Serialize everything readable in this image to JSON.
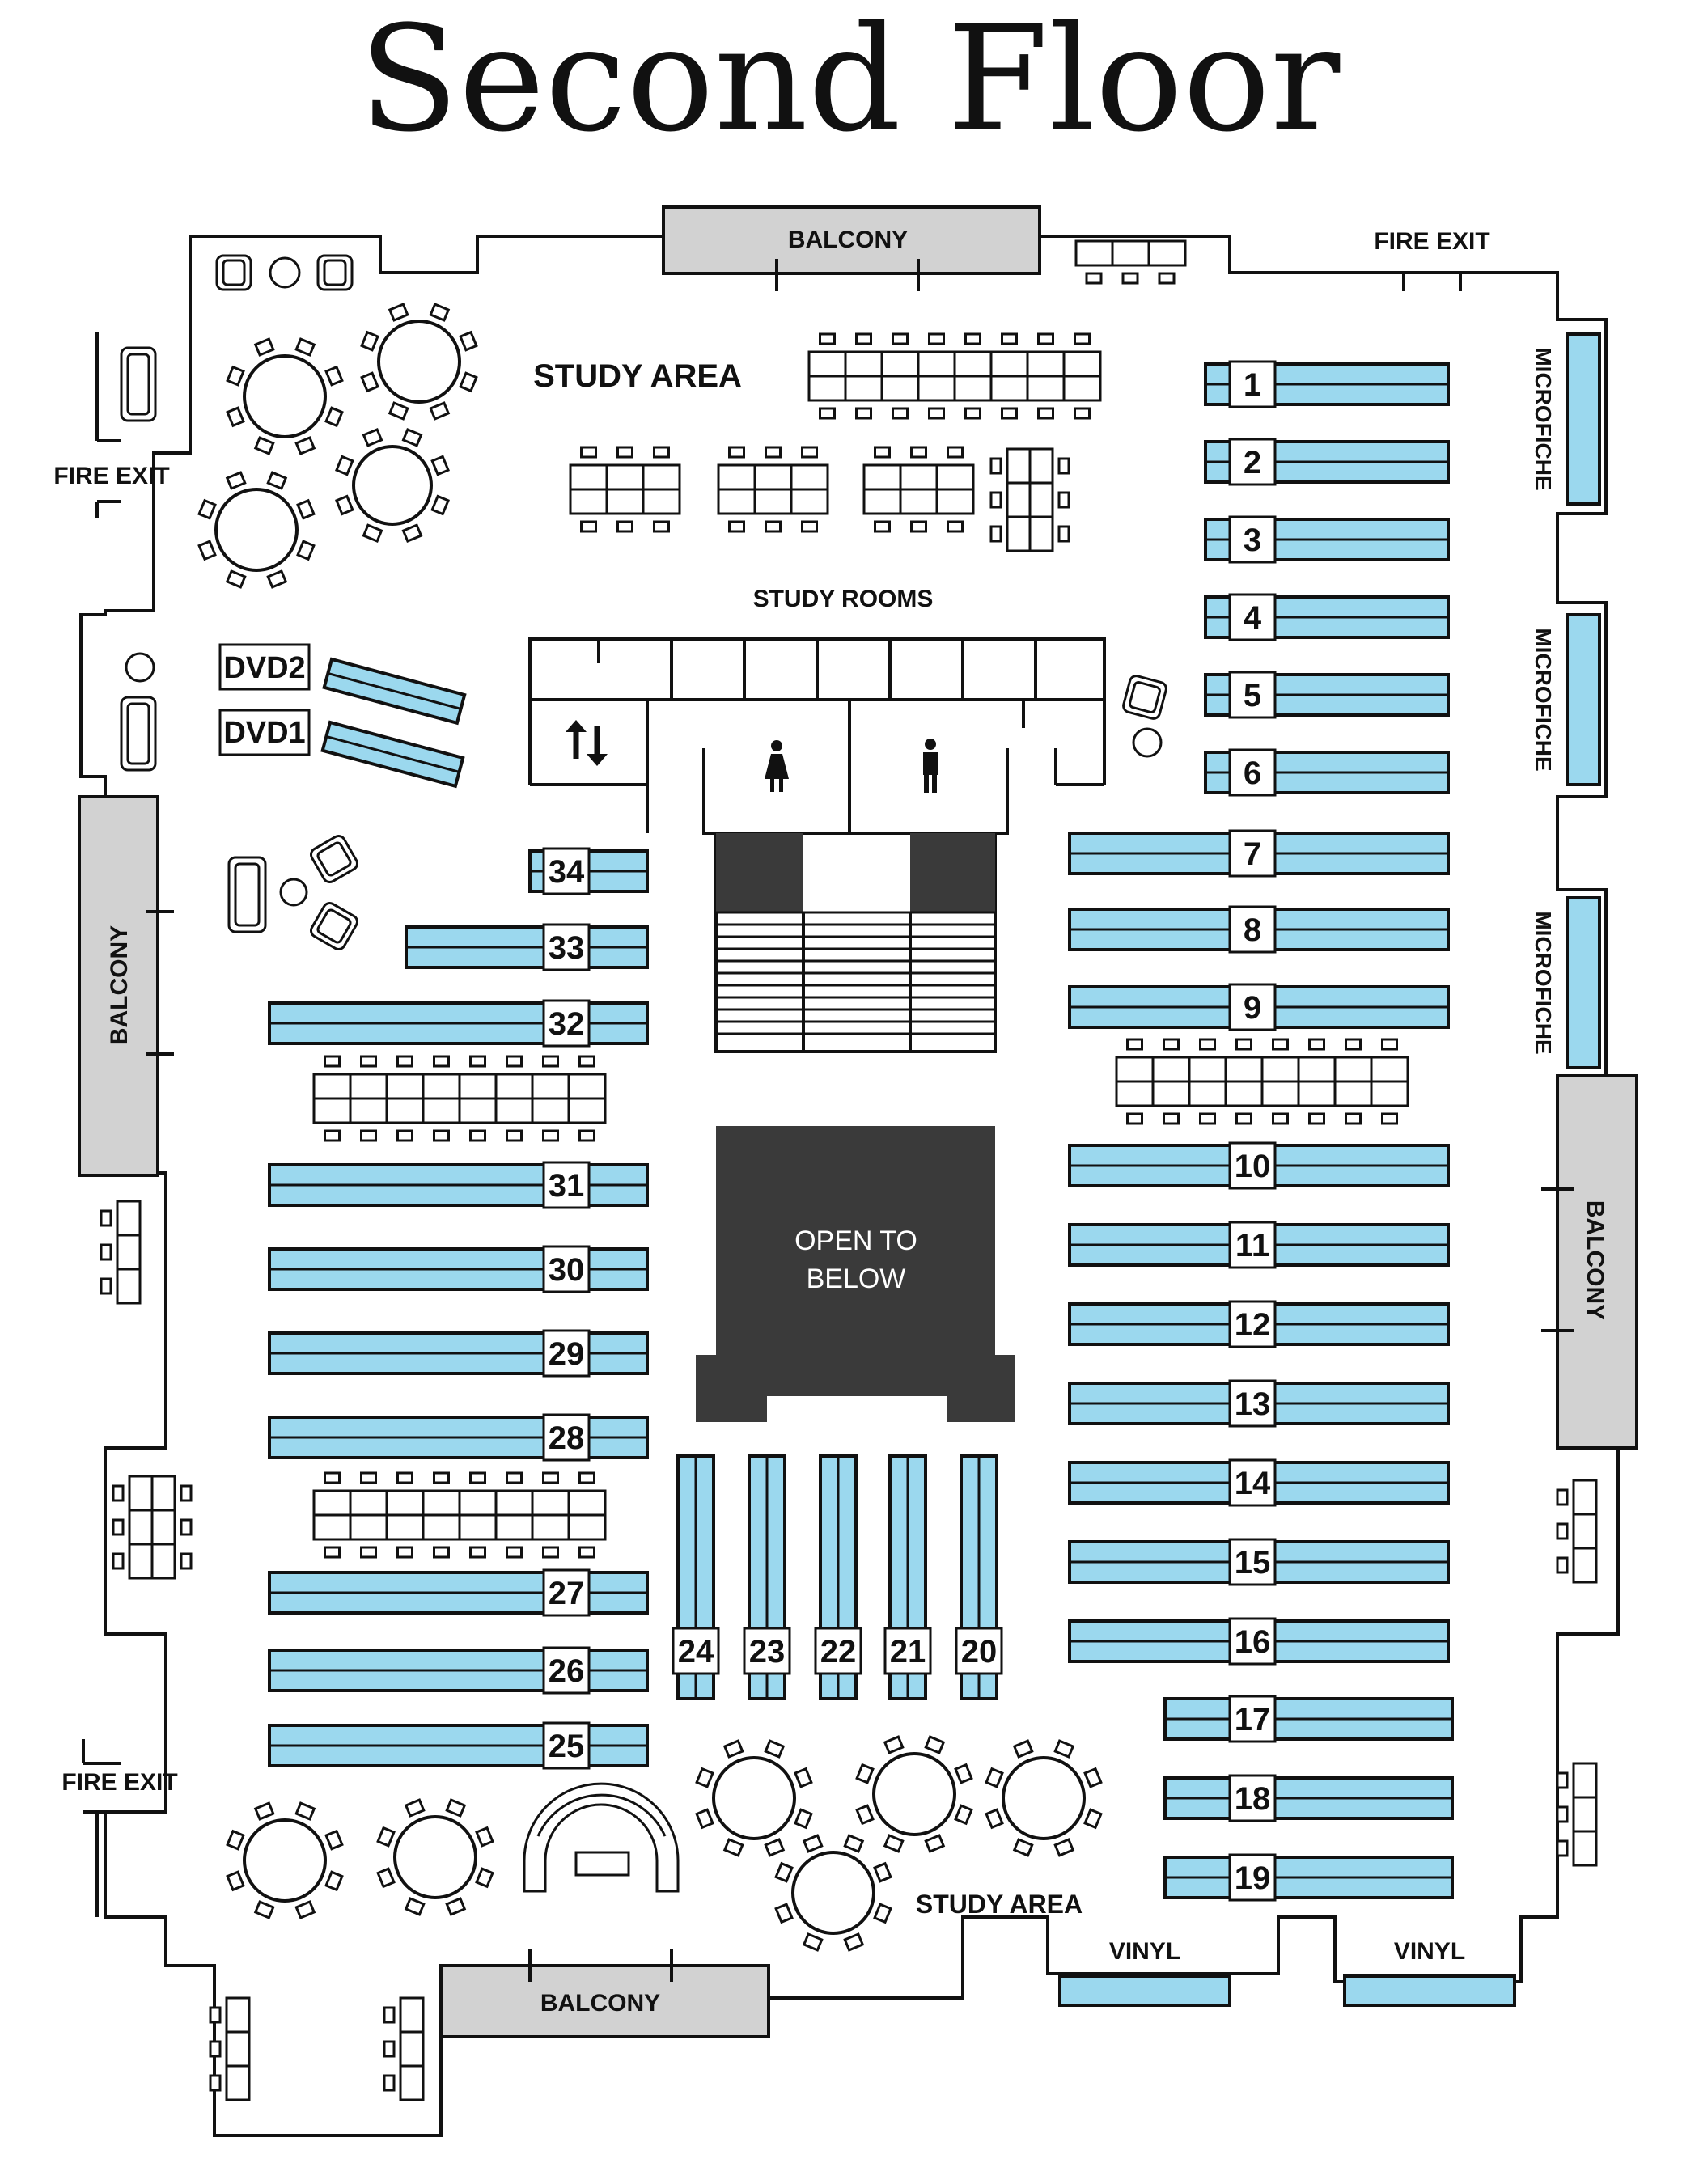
{
  "title": "Second Floor",
  "colors": {
    "stack": "#9bd8ee",
    "balcony": "#d2d2d2",
    "dark": "#3a3a3a",
    "line": "#111111"
  },
  "labels": {
    "balcony": "BALCONY",
    "fire_exit": "FIRE EXIT",
    "study_area": "STUDY AREA",
    "study_rooms": "STUDY ROOMS",
    "microfiche": "MICROFICHE",
    "open_to_below_1": "OPEN TO",
    "open_to_below_2": "BELOW",
    "vinyl": "VINYL",
    "dvd1": "DVD1",
    "dvd2": "DVD2"
  },
  "icons": {
    "elevator": "elevator-arrows-icon",
    "womens_restroom": "woman-restroom-icon",
    "mens_restroom": "man-restroom-icon"
  },
  "stack_numbers": [
    "1",
    "2",
    "3",
    "4",
    "5",
    "6",
    "7",
    "8",
    "9",
    "10",
    "11",
    "12",
    "13",
    "14",
    "15",
    "16",
    "17",
    "18",
    "19",
    "20",
    "21",
    "22",
    "23",
    "24",
    "25",
    "26",
    "27",
    "28",
    "29",
    "30",
    "31",
    "32",
    "33",
    "34"
  ]
}
